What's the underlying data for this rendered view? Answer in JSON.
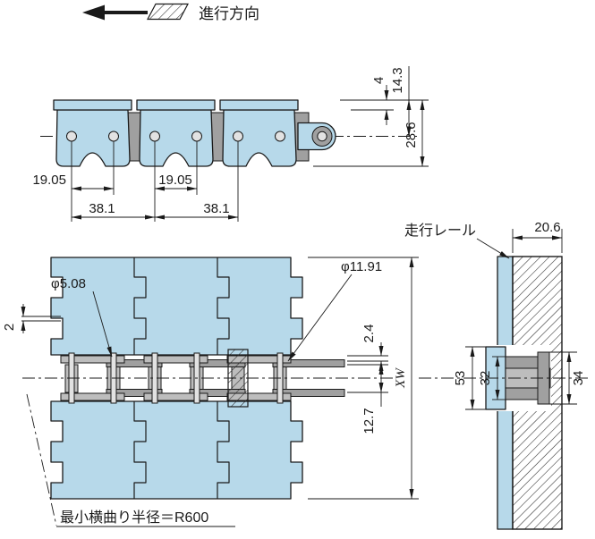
{
  "labels": {
    "travel_direction": "進行方向",
    "running_rail": "走行レール",
    "min_radius": "最小横曲り半径＝R600"
  },
  "top_view_dims": {
    "pitch_left": "19.05",
    "pitch_right": "19.05",
    "module_pitch_left": "38.1",
    "module_pitch_right": "38.1",
    "plate_step": "4",
    "top_to_center": "14.3",
    "overall_height": "28.6"
  },
  "plan_view_dims": {
    "pin_diameter": "φ5.08",
    "roller_diameter": "φ11.91",
    "edge_clearance": "2",
    "plate_clearance": "2.4",
    "inner_width": "12.7",
    "belt_width": "XW"
  },
  "section_view_dims": {
    "rail_width": "20.6",
    "height_53": "53",
    "width_32": "32",
    "width_34": "34"
  },
  "colors": {
    "plate": "#b7d9ea",
    "metal": "#bdbdbd",
    "metal_dark": "#a0a0a0",
    "ink": "#1a1a1a"
  }
}
